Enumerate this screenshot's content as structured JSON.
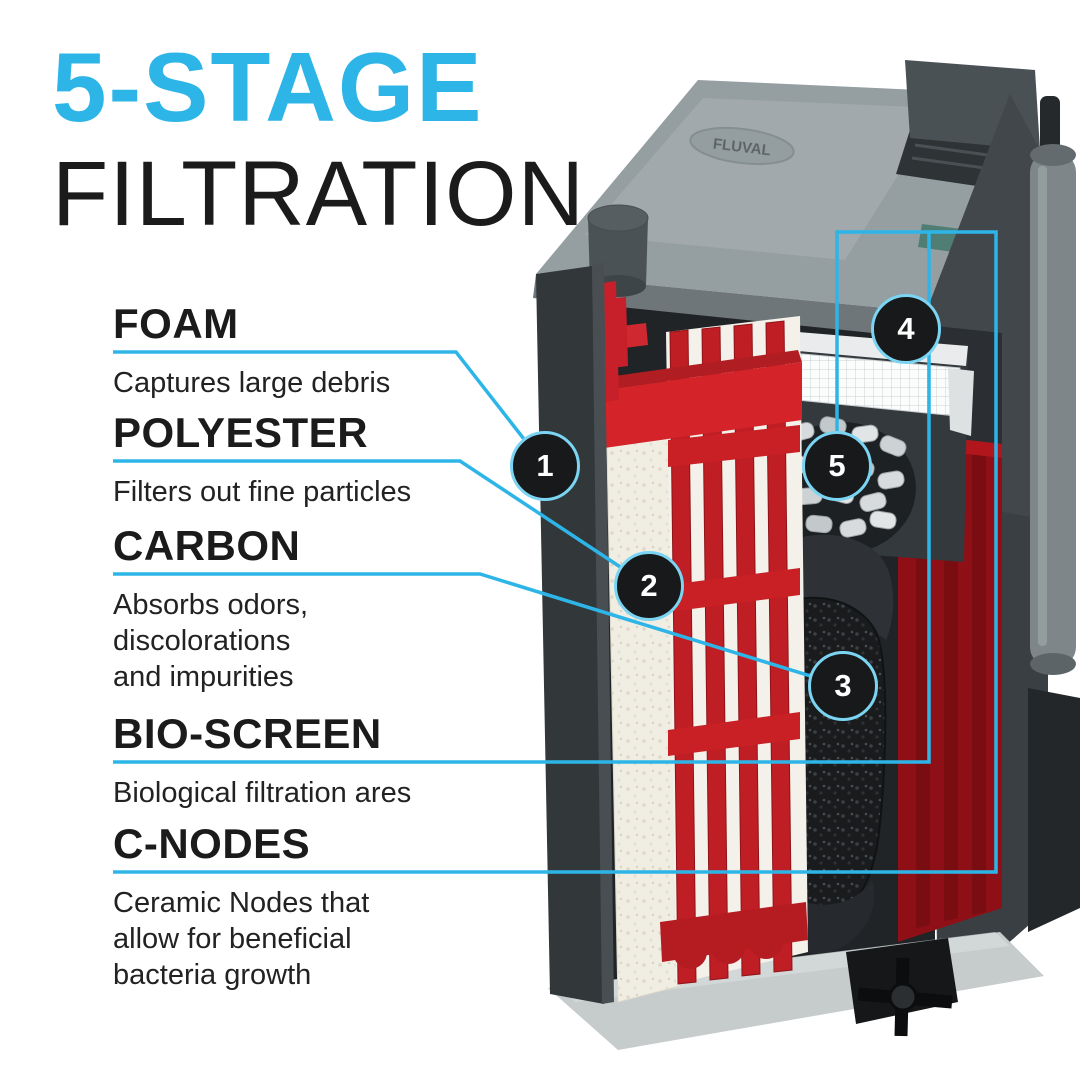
{
  "title": {
    "line1": "5-STAGE",
    "line2": "FILTRATION"
  },
  "colors": {
    "accent": "#2EB5E8",
    "ink": "#1B1B1B",
    "red": "#C8202A"
  },
  "product_logo": "FLUVAL",
  "stages": [
    {
      "number": "1",
      "name": "FOAM",
      "description": "Captures large debris"
    },
    {
      "number": "2",
      "name": "POLYESTER",
      "description": "Filters out fine particles"
    },
    {
      "number": "3",
      "name": "CARBON",
      "description": "Absorbs odors,\ndiscolorations\nand impurities"
    },
    {
      "number": "4",
      "name": "BIO-SCREEN",
      "description": "Biological filtration ares"
    },
    {
      "number": "5",
      "name": "C-NODES",
      "description": "Ceramic Nodes that\nallow for beneficial\nbacteria growth"
    }
  ]
}
